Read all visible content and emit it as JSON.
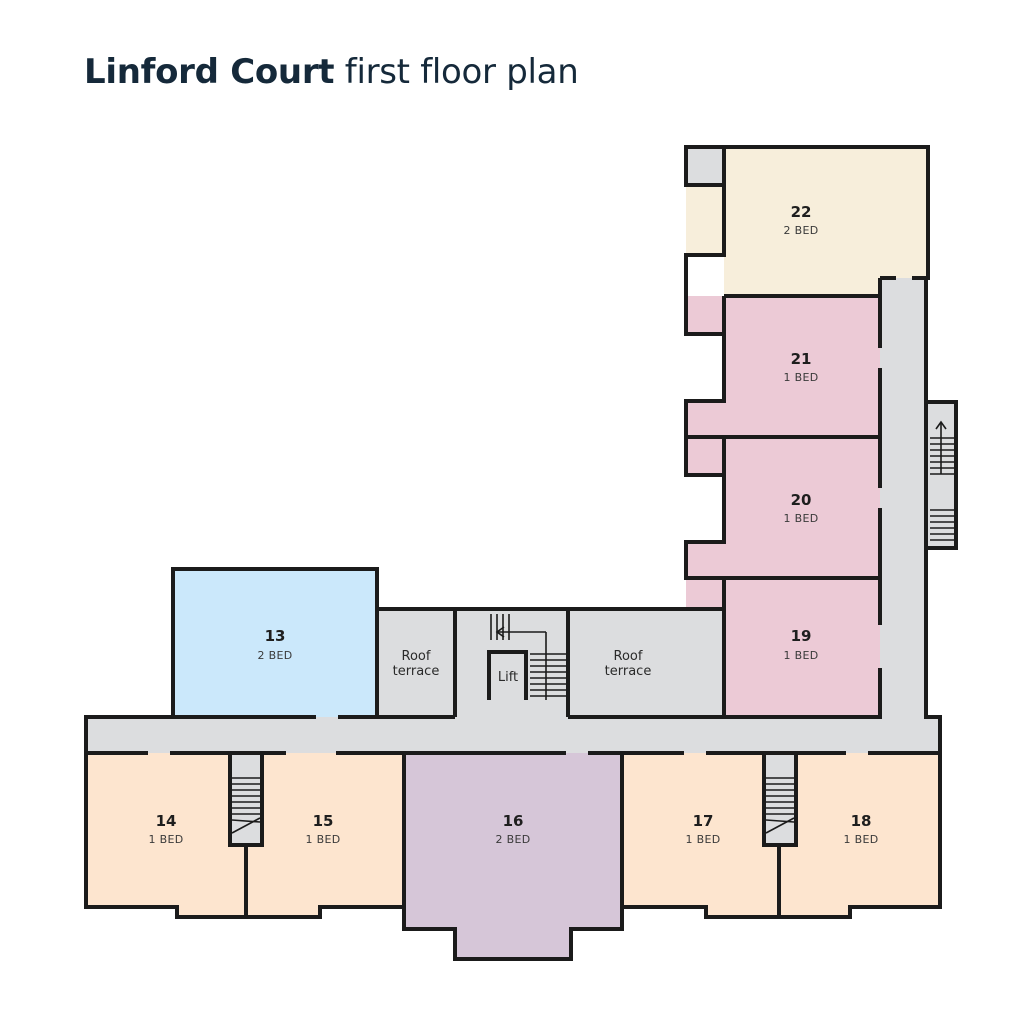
{
  "title": {
    "bold": "Linford Court",
    "regular": " first floor plan"
  },
  "colors": {
    "corridor": "#dcdddf",
    "one_bed_top": "#eccad6",
    "one_bed_bottom": "#fde5cf",
    "two_bed_13": "#cbe8fb",
    "two_bed_16": "#d6c6d8",
    "two_bed_22": "#f7eedb",
    "wall": "#1b1b1b"
  },
  "units": [
    {
      "number": "13",
      "type": "2 BED"
    },
    {
      "number": "14",
      "type": "1 BED"
    },
    {
      "number": "15",
      "type": "1 BED"
    },
    {
      "number": "16",
      "type": "2 BED"
    },
    {
      "number": "17",
      "type": "1 BED"
    },
    {
      "number": "18",
      "type": "1 BED"
    },
    {
      "number": "19",
      "type": "1 BED"
    },
    {
      "number": "20",
      "type": "1 BED"
    },
    {
      "number": "21",
      "type": "1 BED"
    },
    {
      "number": "22",
      "type": "2 BED"
    }
  ],
  "spaces": {
    "roof_terrace_left": [
      "Roof",
      "terrace"
    ],
    "roof_terrace_right": [
      "Roof",
      "terrace"
    ],
    "lift": "Lift"
  }
}
